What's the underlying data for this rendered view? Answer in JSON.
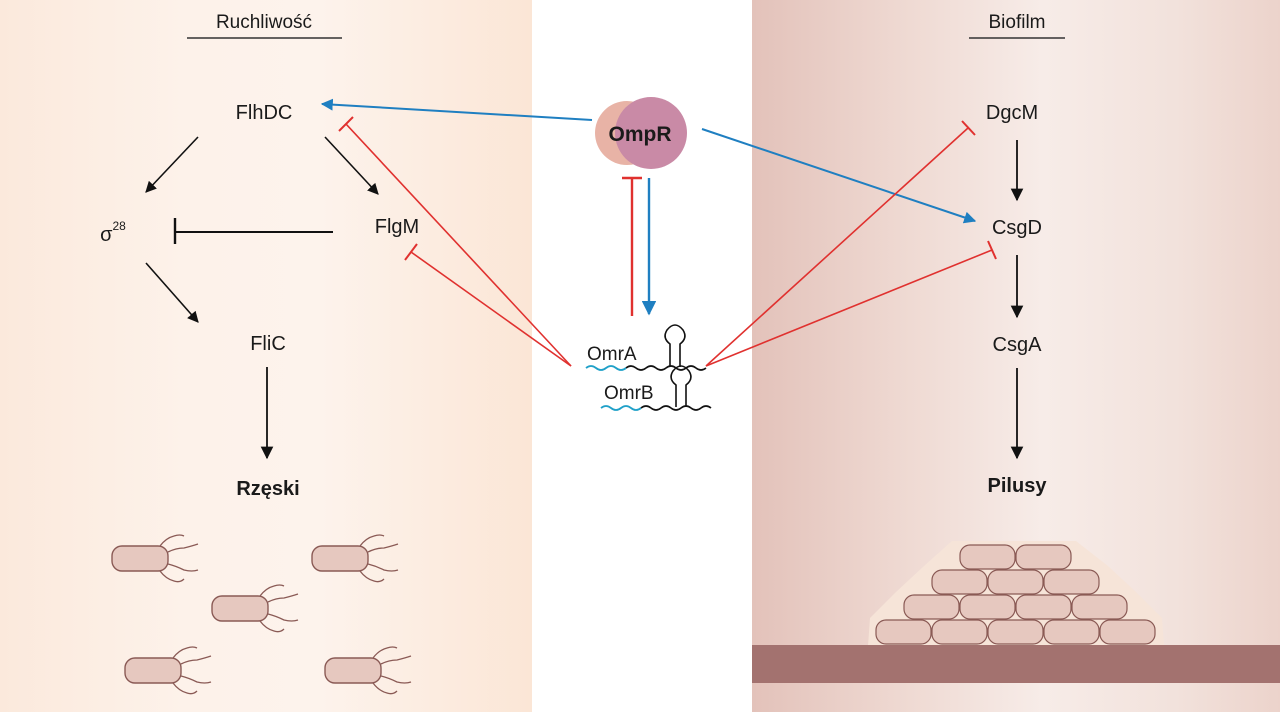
{
  "panels": {
    "left": {
      "title": "Ruchliwość"
    },
    "right": {
      "title": "Biofilm"
    }
  },
  "center": {
    "regulator": "OmpR",
    "srnas": [
      "OmrA",
      "OmrB"
    ]
  },
  "motility": {
    "nodes": {
      "flhdc": "FlhDC",
      "sigma": "σ",
      "sigma_sup": "28",
      "flgm": "FlgM",
      "flic": "FliC",
      "output": "Rzęski"
    }
  },
  "biofilm": {
    "nodes": {
      "dgcm": "DgcM",
      "csgd": "CsgD",
      "csga": "CsgA",
      "output": "Pilusy"
    }
  },
  "colors": {
    "activation_blue": "#1f7fc1",
    "repression_red": "#e0312f",
    "arrow_black": "#111111",
    "ompr_front": "#c98aa6",
    "ompr_back": "#e8b3a6",
    "cell_fill": "#e6c8bf",
    "cell_stroke": "#8a5a55",
    "surface": "#a3726f"
  },
  "interactions": [
    {
      "from": "OmpR",
      "to": "FlhDC",
      "type": "activation"
    },
    {
      "from": "OmpR",
      "to": "CsgD",
      "type": "activation"
    },
    {
      "from": "OmpR",
      "to": "OmrA/OmrB",
      "type": "activation"
    },
    {
      "from": "OmrA/OmrB",
      "to": "OmpR",
      "type": "repression"
    },
    {
      "from": "OmrA/OmrB",
      "to": "FlhDC",
      "type": "repression"
    },
    {
      "from": "OmrA/OmrB",
      "to": "FlgM",
      "type": "repression"
    },
    {
      "from": "OmrA/OmrB",
      "to": "DgcM",
      "type": "repression"
    },
    {
      "from": "OmrA/OmrB",
      "to": "CsgD",
      "type": "repression"
    },
    {
      "from": "FlhDC",
      "to": "σ28",
      "type": "activation"
    },
    {
      "from": "FlhDC",
      "to": "FlgM",
      "type": "activation"
    },
    {
      "from": "FlgM",
      "to": "σ28",
      "type": "repression"
    },
    {
      "from": "σ28",
      "to": "FliC",
      "type": "activation"
    },
    {
      "from": "FliC",
      "to": "Rzęski",
      "type": "activation"
    },
    {
      "from": "DgcM",
      "to": "CsgD",
      "type": "activation"
    },
    {
      "from": "CsgD",
      "to": "CsgA",
      "type": "activation"
    },
    {
      "from": "CsgA",
      "to": "Pilusy",
      "type": "activation"
    }
  ]
}
